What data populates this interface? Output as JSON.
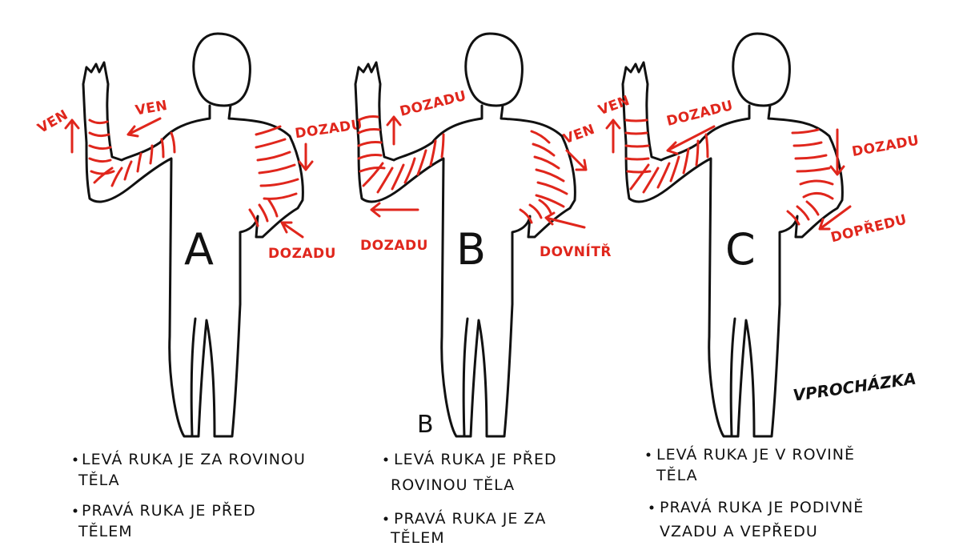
{
  "figures": [
    {
      "letter": "A",
      "labels": [
        "VEN",
        "VEN",
        "DOZADU",
        "DOZADU"
      ],
      "notes": [
        "LEVÁ RUKA JE ZA ROVINOU",
        "TĚLA",
        "PRAVÁ RUKA JE PŘED",
        "TĚLEM"
      ]
    },
    {
      "letter": "B",
      "labels": [
        "DOZADU",
        "VEN",
        "DOZADU",
        "DOVNÍTŘ"
      ],
      "notes": [
        "LEVÁ RUKA JE PŘED",
        "ROVINOU TĚLA",
        "PRAVÁ RUKA JE ZA",
        "TĚLEM"
      ]
    },
    {
      "letter": "C",
      "labels": [
        "VEN",
        "DOZADU",
        "DOZADU",
        "DOPŘEDU"
      ],
      "notes": [
        "LEVÁ RUKA JE V ROVINĚ",
        "TĚLA",
        "PRAVÁ RUKA JE PODIVNĚ",
        "VZADU A VEPŘEDU"
      ]
    }
  ],
  "answer": "B",
  "signature": "VPROCHÁZKA",
  "colors": {
    "ink": "#111111",
    "accent": "#e0261c"
  }
}
